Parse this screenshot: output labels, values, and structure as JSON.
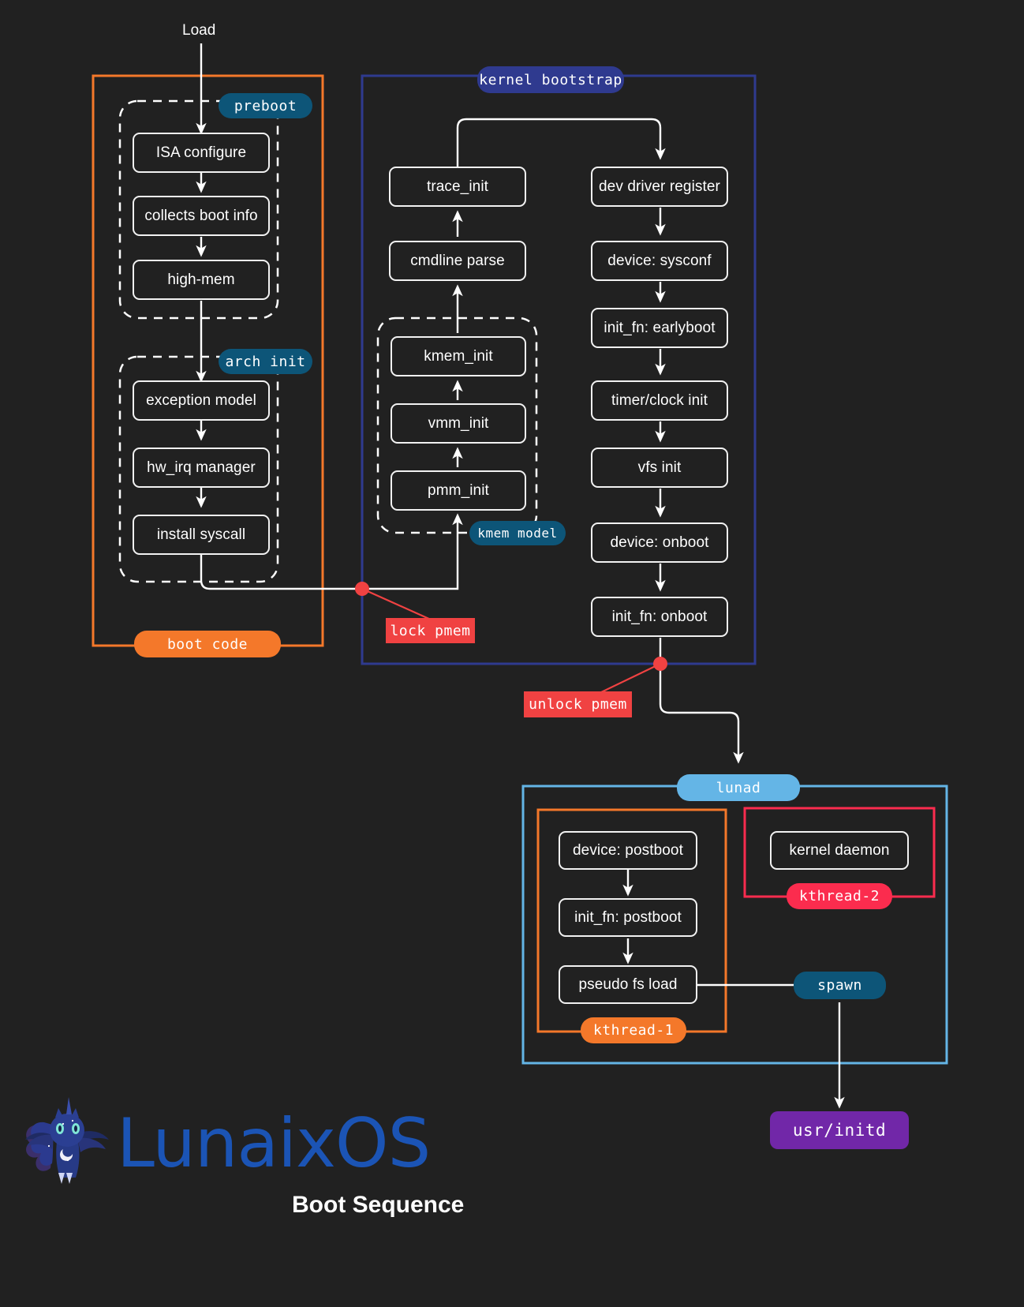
{
  "page": {
    "background": "#212121",
    "entry_label": "Load",
    "title": "Boot Sequence",
    "brand": "LunaixOS"
  },
  "colors": {
    "node_stroke": "#f2f2f2",
    "boot_code": "#f4782a",
    "kernel_bootstrap": "#2f3a8f",
    "lunad": "#64b5e6",
    "kthread1": "#f4782a",
    "kthread2": "#fb2c4e",
    "lock_tag": "#f04242",
    "pill_dark_blue": "#0d5578",
    "initd_purple": "#7127a8",
    "brand_blue": "#1b54b5"
  },
  "groups": {
    "boot_code": {
      "label": "boot code",
      "style": "orange"
    },
    "kernel_bootstrap": {
      "label": "kernel bootstrap",
      "style": "navy"
    },
    "lunad": {
      "label": "lunad",
      "style": "light-blue"
    },
    "kthread_1": {
      "label": "kthread-1",
      "style": "orange"
    },
    "kthread_2": {
      "label": "kthread-2",
      "style": "pink"
    },
    "preboot": {
      "label": "preboot",
      "style": "dark-blue-dashed"
    },
    "arch_init": {
      "label": "arch init",
      "style": "dark-blue-dashed"
    },
    "kmem_model": {
      "label": "kmem model",
      "style": "dark-blue-dashed"
    }
  },
  "nodes": {
    "preboot": [
      {
        "id": "isa-configure",
        "label": "ISA configure"
      },
      {
        "id": "collects-boot-info",
        "label": "collects boot info"
      },
      {
        "id": "high-mem",
        "label": "high-mem"
      }
    ],
    "arch_init": [
      {
        "id": "exception-model",
        "label": "exception model"
      },
      {
        "id": "hw-irq-manager",
        "label": "hw_irq manager"
      },
      {
        "id": "install-syscall",
        "label": "install syscall"
      }
    ],
    "kmem_model": [
      {
        "id": "kmem-init",
        "label": "kmem_init"
      },
      {
        "id": "vmm-init",
        "label": "vmm_init"
      },
      {
        "id": "pmm-init",
        "label": "pmm_init"
      }
    ],
    "kernel_left": [
      {
        "id": "trace-init",
        "label": "trace_init"
      },
      {
        "id": "cmdline-parse",
        "label": "cmdline parse"
      }
    ],
    "kernel_right": [
      {
        "id": "dev-driver-register",
        "label": "dev driver register"
      },
      {
        "id": "device-sysconf",
        "label": "device: sysconf"
      },
      {
        "id": "init-fn-earlyboot",
        "label": "init_fn: earlyboot"
      },
      {
        "id": "timer-clock-init",
        "label": "timer/clock init"
      },
      {
        "id": "vfs-init",
        "label": "vfs init"
      },
      {
        "id": "device-onboot",
        "label": "device: onboot"
      },
      {
        "id": "init-fn-onboot",
        "label": "init_fn: onboot"
      }
    ],
    "kthread_1": [
      {
        "id": "device-postboot",
        "label": "device: postboot"
      },
      {
        "id": "init-fn-postboot",
        "label": "init_fn: postboot"
      },
      {
        "id": "pseudo-fs-load",
        "label": "pseudo fs load"
      }
    ],
    "kthread_2": [
      {
        "id": "kernel-daemon",
        "label": "kernel daemon"
      }
    ]
  },
  "annotations": {
    "lock_pmem": "lock pmem",
    "unlock_pmem": "unlock pmem",
    "spawn": "spawn",
    "usr_initd": "usr/initd"
  }
}
